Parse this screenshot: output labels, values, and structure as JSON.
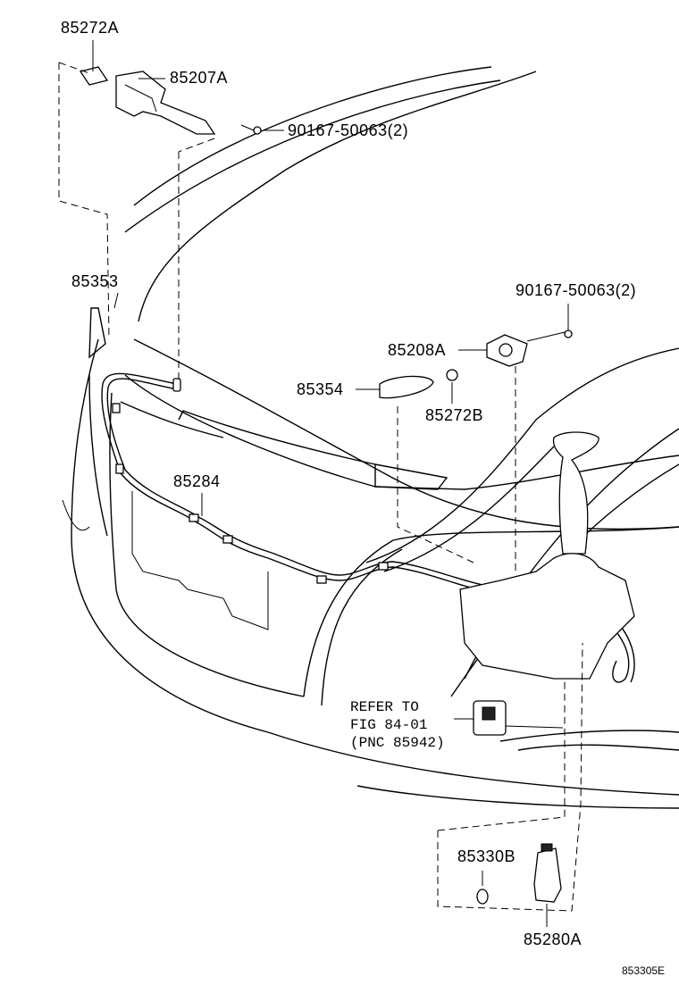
{
  "labels": {
    "p85272A": "85272A",
    "p85207A": "85207A",
    "p90167_top": "90167-50063(2)",
    "p85353": "85353",
    "p90167_right": "90167-50063(2)",
    "p85208A": "85208A",
    "p85354": "85354",
    "p85272B": "85272B",
    "p85284": "85284",
    "p85330B": "85330B",
    "p85280A": "85280A"
  },
  "refer": {
    "line1": "REFER TO",
    "line2": "FIG 84-01",
    "line3": "(PNC 85942)"
  },
  "diagram_code": "853305E"
}
